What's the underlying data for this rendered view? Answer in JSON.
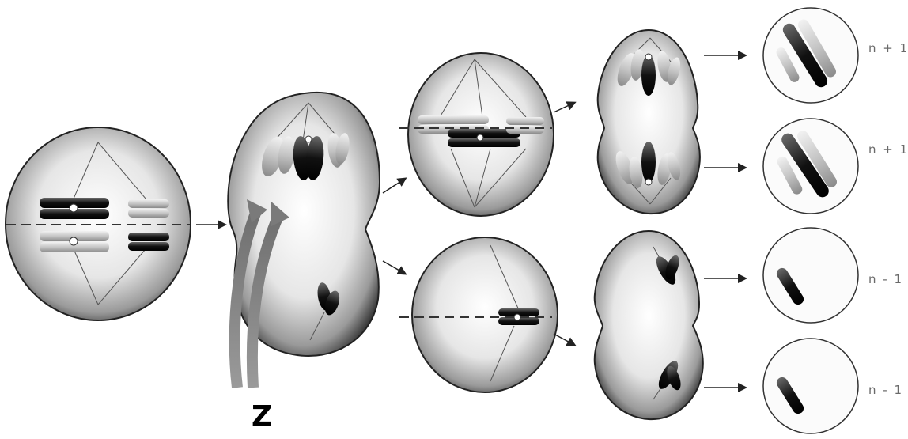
{
  "labels": {
    "z": "Z",
    "outcomes": [
      "n + 1",
      "n + 1",
      "n - 1",
      "n - 1"
    ]
  },
  "colors": {
    "chromosome_dark": "#1f1f1f",
    "chromosome_light": "#c8c8c8",
    "arrow": "#2a2a2a",
    "z_arrow": "#8c8c8c"
  }
}
